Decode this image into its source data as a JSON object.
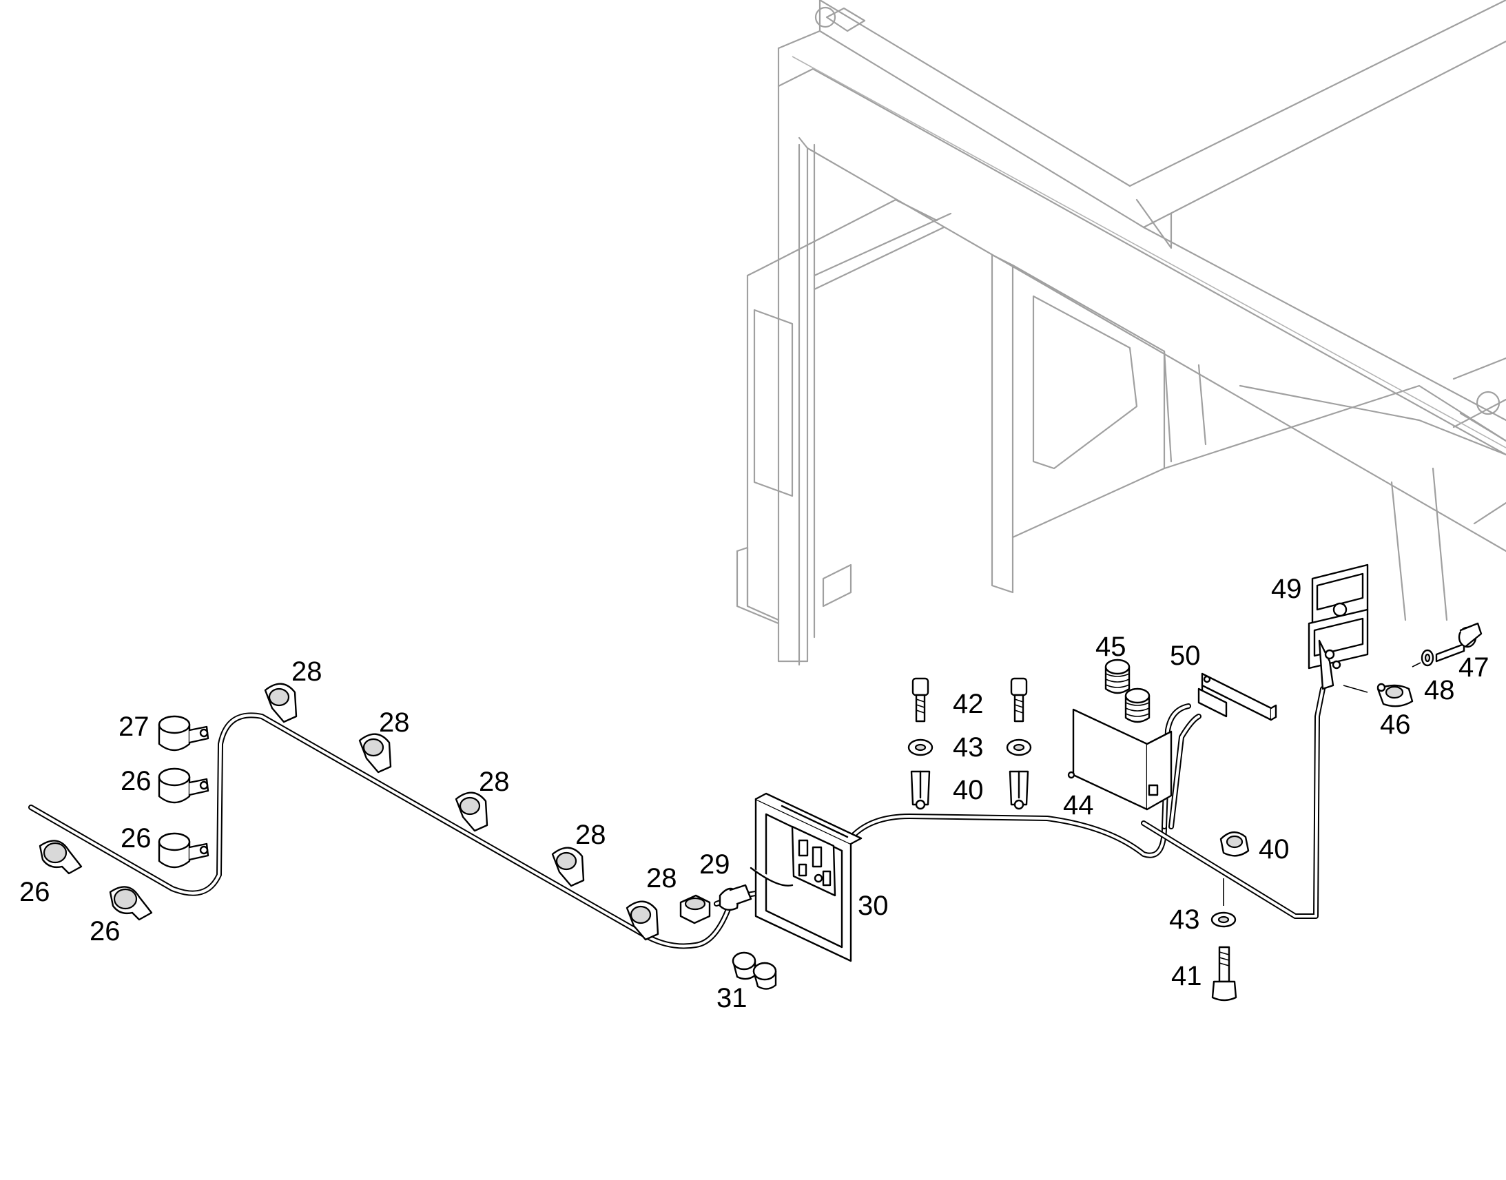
{
  "callouts": [
    {
      "id": "c-26a",
      "text": "26"
    },
    {
      "id": "c-26b",
      "text": "26"
    },
    {
      "id": "c-26c",
      "text": "26"
    },
    {
      "id": "c-26d",
      "text": "26"
    },
    {
      "id": "c-27",
      "text": "27"
    },
    {
      "id": "c-28a",
      "text": "28"
    },
    {
      "id": "c-28b",
      "text": "28"
    },
    {
      "id": "c-28c",
      "text": "28"
    },
    {
      "id": "c-28d",
      "text": "28"
    },
    {
      "id": "c-28e",
      "text": "28"
    },
    {
      "id": "c-29",
      "text": "29"
    },
    {
      "id": "c-30",
      "text": "30"
    },
    {
      "id": "c-31",
      "text": "31"
    },
    {
      "id": "c-42",
      "text": "42"
    },
    {
      "id": "c-43a",
      "text": "43"
    },
    {
      "id": "c-40a",
      "text": "40"
    },
    {
      "id": "c-44",
      "text": "44"
    },
    {
      "id": "c-45",
      "text": "45"
    },
    {
      "id": "c-50",
      "text": "50"
    },
    {
      "id": "c-49",
      "text": "49"
    },
    {
      "id": "c-47",
      "text": "47"
    },
    {
      "id": "c-48",
      "text": "48"
    },
    {
      "id": "c-46",
      "text": "46"
    },
    {
      "id": "c-40b",
      "text": "40"
    },
    {
      "id": "c-43b",
      "text": "43"
    },
    {
      "id": "c-41",
      "text": "41"
    }
  ],
  "colors": {
    "outline": "#000000",
    "background_frame": "#a0a0a0",
    "part_shade": "#d9d9d9"
  }
}
